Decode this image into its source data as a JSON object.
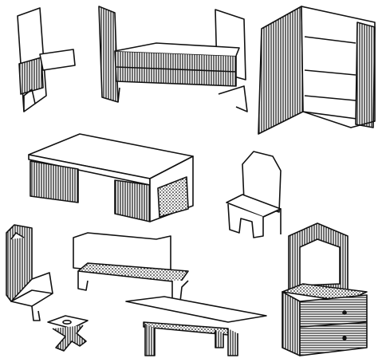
{
  "colors": {
    "ink": "#111111",
    "paper": "#ffffff"
  },
  "objects": [
    {
      "name": "side-panel-piece",
      "kind": "furniture-part"
    },
    {
      "name": "bed",
      "kind": "furniture"
    },
    {
      "name": "bookshelf-cabinet",
      "kind": "furniture"
    },
    {
      "name": "desk",
      "kind": "furniture"
    },
    {
      "name": "tall-back-chair",
      "kind": "furniture"
    },
    {
      "name": "wing-chair",
      "kind": "furniture"
    },
    {
      "name": "bench",
      "kind": "furniture"
    },
    {
      "name": "dressing-table",
      "kind": "furniture"
    },
    {
      "name": "table",
      "kind": "furniture"
    },
    {
      "name": "stool",
      "kind": "furniture"
    }
  ]
}
